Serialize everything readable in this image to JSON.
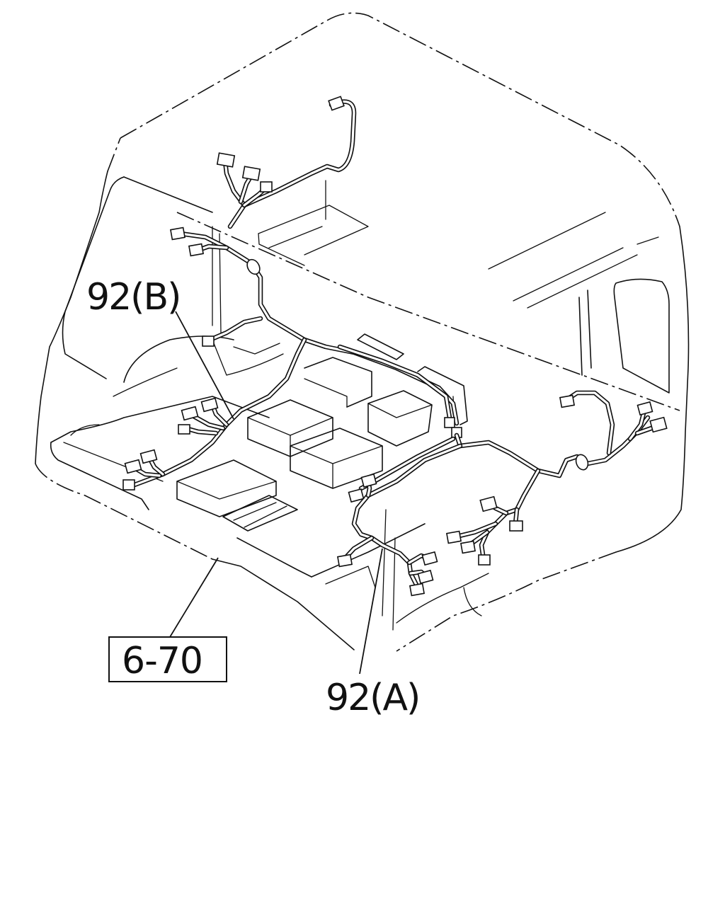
{
  "labels": {
    "harness_b": "92(B)",
    "harness_a": "92(A)",
    "reference": "6-70"
  }
}
